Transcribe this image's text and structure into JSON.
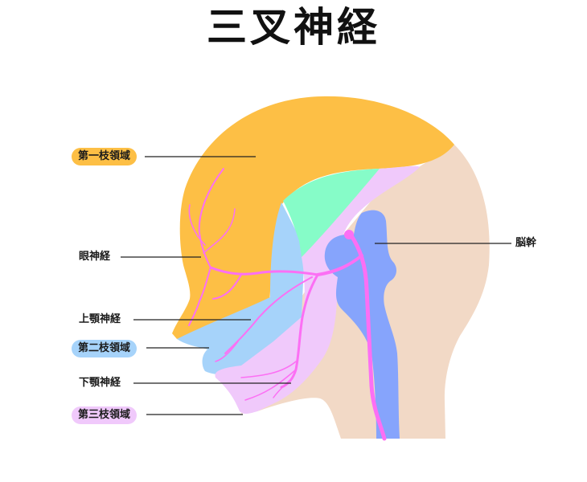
{
  "title": "三叉神経",
  "colors": {
    "region_v1": "#fdbf45",
    "region_v2": "#a6d3fa",
    "region_v3": "#f0c9fb",
    "skin": "#f2d9c6",
    "brain_green": "#86fcc8",
    "brainstem": "#86a4fc",
    "nerve": "#fc6ff4",
    "line": "#222222"
  },
  "labels": {
    "v1_region": "第一枝領域",
    "ophthalmic_nerve": "眼神経",
    "maxillary_nerve": "上顎神経",
    "v2_region": "第二枝領域",
    "mandibular_nerve": "下顎神経",
    "v3_region": "第三枝領域",
    "brainstem": "脳幹"
  }
}
